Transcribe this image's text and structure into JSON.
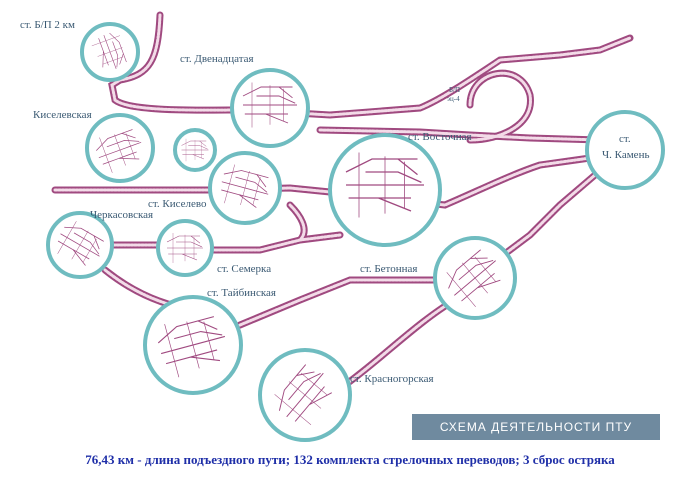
{
  "colors": {
    "track_outer": "#a04a80",
    "track_inner": "#f3dbe8",
    "station_ring": "#6fbcc0",
    "label": "#3b5a73",
    "title_bg": "#6f8a9f",
    "caption": "#1f2fa8"
  },
  "stations": {
    "bp2": "ст. Б/П 2 км",
    "dvenadtsataya": "ст. Двенадцатая",
    "kiselevskaya": "Киселевская",
    "vostochnaya": "ст. Восточная",
    "ch_kamen_1": "ст.",
    "ch_kamen_2": "Ч. Камень",
    "kiselevo_1": "ст. Киселево",
    "kiselevo_2": "Черкасовская",
    "semerka": "ст. Семерка",
    "betonnaya": "ст. Бетонная",
    "taybinskaya": "ст. Тайбинская",
    "krasnogorskaya": "ст. Красногорская",
    "bp_small_1": "Б/П",
    "bp_small_2": "эц-4"
  },
  "title": "СХЕМА ДЕЯТЕЛЬНОСТИ ПТУ",
  "caption": "76,43 км - длина подъездного пути; 132 комплекта стрелочных переводов; 3 сброс остряка"
}
